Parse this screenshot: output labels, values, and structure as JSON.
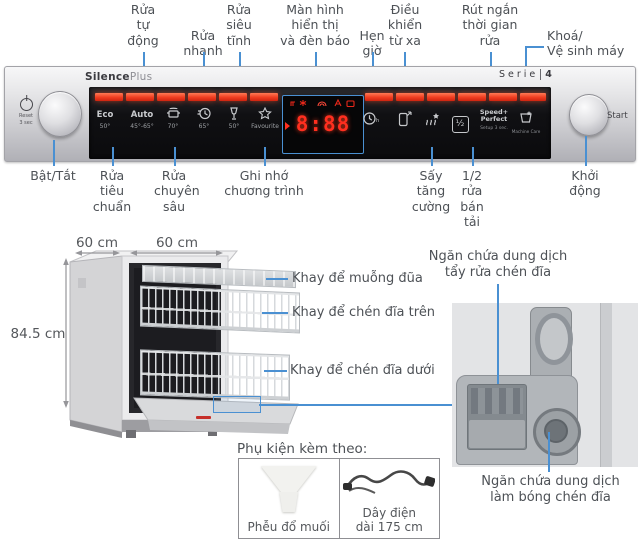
{
  "colors": {
    "accent": "#4a90d2",
    "red_bar": "#ef3c20",
    "display_red": "#ff2f1f",
    "label": "#4d5156"
  },
  "panel": {
    "brand_part1": "Silence",
    "brand_part2": "Plus",
    "serie_label": "Serie",
    "serie_number": "4",
    "power_reset": "Reset\n3 sec",
    "start_label": "Start",
    "programs": [
      {
        "label": "Eco",
        "temp": "50°"
      },
      {
        "label": "Auto",
        "temp": "45°-65°"
      },
      {
        "temp": "70°"
      },
      {
        "temp": "65°"
      },
      {
        "temp": "50°"
      },
      {
        "temp": "Favourite"
      }
    ],
    "display_digits": "8:88",
    "timer_suffix": "h.",
    "half_glyph": "½",
    "speed_line1": "Speed+",
    "speed_line2": "Perfect",
    "speed_sub": "Setup 3 sec.",
    "machine_care": "Machine Care"
  },
  "callouts_top": {
    "auto": "Rửa\ntự\nđộng",
    "quick": "Rửa\nnhanh",
    "silent": "Rửa\nsiêu\ntĩnh",
    "display": "Màn hình\nhiển thị\nvà đèn báo",
    "timer": "Hẹn\ngiờ",
    "remote": "Điều\nkhiển\ntừ xa",
    "shorten": "Rút ngắn\nthời gian\nrửa",
    "lock": "Khoá/\nVệ sinh máy"
  },
  "callouts_bottom": {
    "power": "Bật/Tắt",
    "standard": "Rửa\ntiêu\nchuẩn",
    "deep": "Rửa\nchuyên\nsâu",
    "memory": "Ghi nhớ\nchương trình",
    "dry": "Sấy\ntăng\ncường",
    "half": "1/2\nrửa\nbán\ntải",
    "start": "Khởi\nđộng"
  },
  "dimensions": {
    "side": "60 cm",
    "front": "60 cm",
    "height": "84.5 cm"
  },
  "parts": {
    "cutlery": "Khay để muỗng đũa",
    "upper": "Khay để chén đĩa trên",
    "lower": "Khay để chén đĩa dưới",
    "detergent": "Ngăn chứa dung dịch\ntẩy rửa chén đĩa",
    "rinse": "Ngăn chứa dung dịch\nlàm bóng chén đĩa"
  },
  "accessories": {
    "title": "Phụ kiện kèm theo:",
    "funnel": "Phễu đổ muối",
    "cord": "Dây điện\ndài 175 cm"
  }
}
